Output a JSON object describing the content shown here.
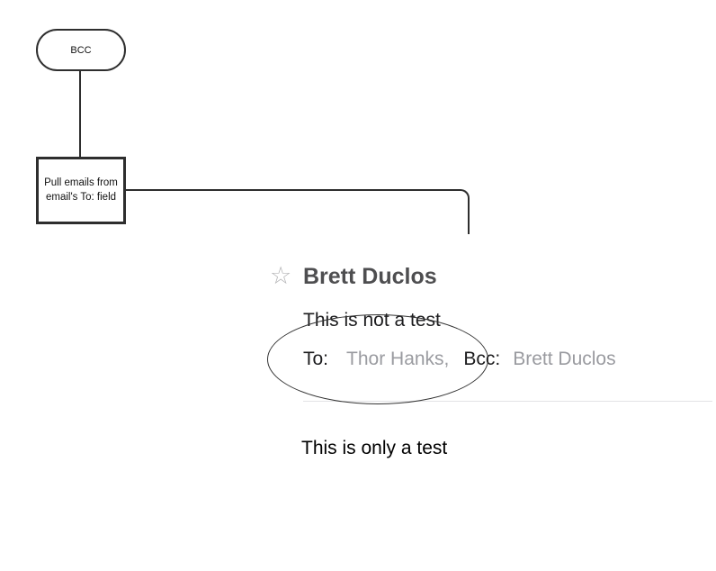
{
  "diagram": {
    "bcc_node_label": "BCC",
    "process_box_line1": "Pull emails from",
    "process_box_line2": "email's To: field"
  },
  "email": {
    "sender": "Brett Duclos",
    "subject": "This is not a test",
    "to_label": "To:",
    "to_recipients": "Thor Hanks,",
    "bcc_label": "Bcc:",
    "bcc_recipients": "Brett Duclos",
    "body": "This is only a test"
  },
  "icons": {
    "star": "☆"
  },
  "colors": {
    "diagram_stroke": "#2e2e2e",
    "sender_text": "#4e4e50",
    "primary_text": "#1c1c1e",
    "muted_text": "#9a9ba0",
    "star": "#b5b5b7",
    "divider": "#e3e3e5"
  }
}
